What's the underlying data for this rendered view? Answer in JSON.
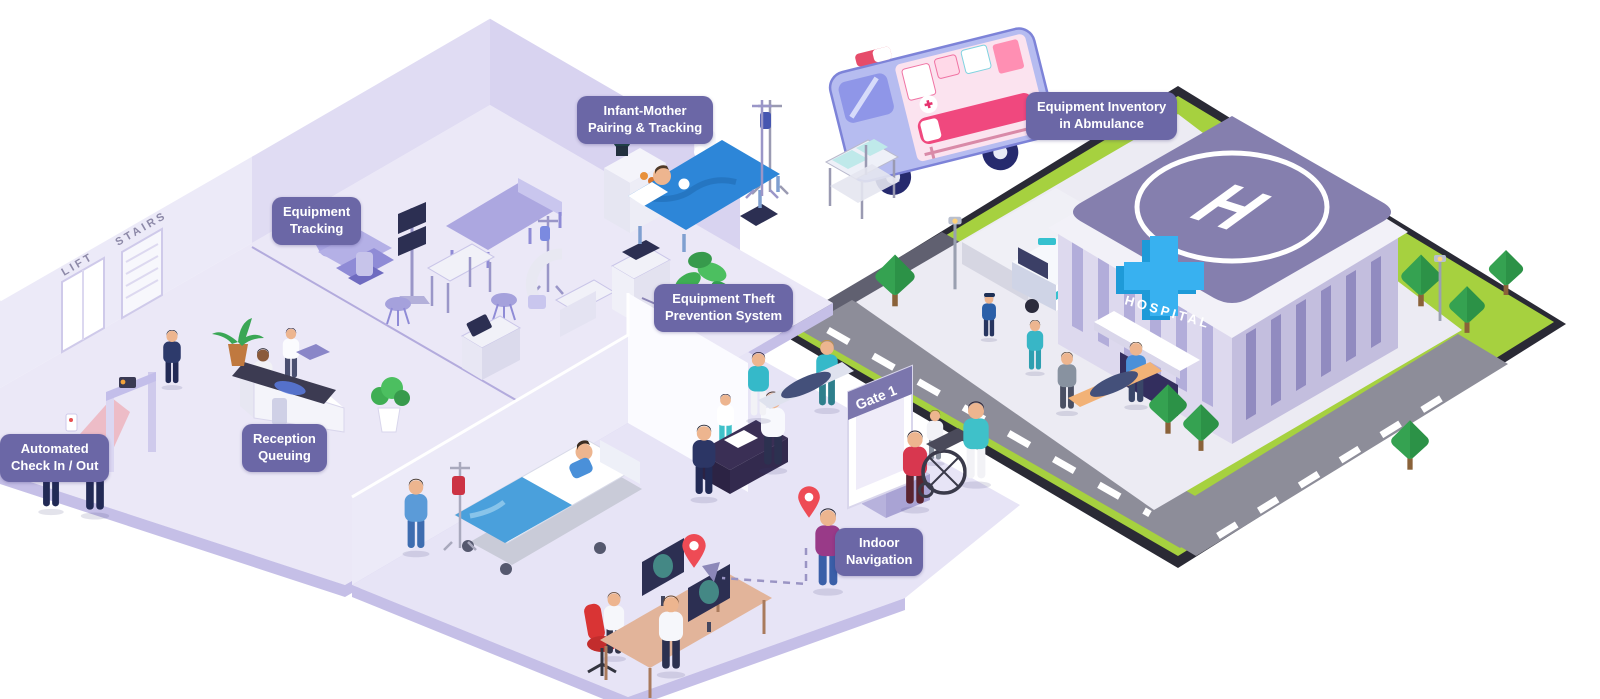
{
  "labels": {
    "automated_check_in_out": "Automated\nCheck In / Out",
    "reception_queuing": "Reception\nQueuing",
    "equipment_tracking": "Equipment\nTracking",
    "equipment_theft_prevention": "Equipment Theft\nPrevention System",
    "infant_mother_pairing": "Infant-Mother\nPairing & Tracking",
    "equipment_inventory_ambulance": "Equipment Inventory\nin Abmulance",
    "indoor_navigation": "Indoor\nNavigation"
  },
  "scene_text": {
    "lift": "LIFT",
    "stairs": "STAIRS",
    "gate": "Gate 1",
    "hospital_sign": "HOSPITAL",
    "helipad": "H"
  },
  "colors": {
    "label_bg": "#6b67a6",
    "label_text": "#ffffff",
    "floor": "#ebe8f7",
    "wall_light": "#eceaf8",
    "wall_mid": "#e0dcf3",
    "wall_dark": "#d8d3f0",
    "edge_purple": "#c5bfe7",
    "lawn_green": "#a6d13f",
    "road_gray": "#8d8d99",
    "base_dark": "#2a2a35",
    "pin_red": "#ee4b55",
    "cross_blue": "#38b1f0",
    "roof_purple": "#857fae",
    "scan_red": "#f24c4c",
    "stretcher_pink": "#f0487e",
    "scrub_teal": "#35b9c9"
  }
}
